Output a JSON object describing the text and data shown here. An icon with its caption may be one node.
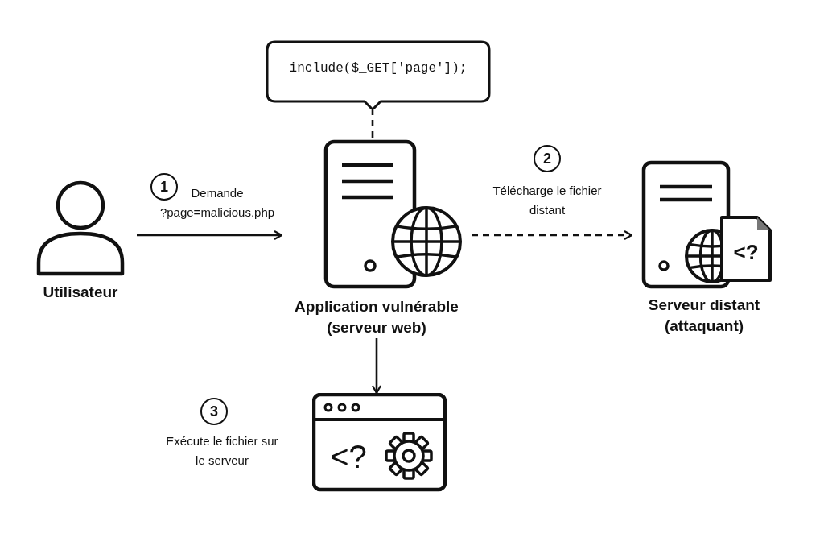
{
  "diagram": {
    "nodes": [
      {
        "text": [
          "Utilisateur"
        ]
      },
      {
        "text": [
          "include($_GET['page']);"
        ]
      },
      {
        "text": [
          "Application vulnérable (serveur web)"
        ]
      },
      {
        "text": [
          "Serveur distant (attaquant)"
        ]
      },
      {
        "text": [],
        "shape": "picture",
        "beside": [
          "Exécute le fichier sur le serveur"
        ]
      }
    ],
    "edges": [
      {
        "from": 0,
        "to": 2,
        "arrow": "to",
        "label": "Demande ?page=malicious.php"
      },
      {
        "from": 2,
        "to": 3,
        "arrow": "to",
        "label": "Télécharge le fichier distant",
        "style": "dashed"
      },
      {
        "from": 2,
        "to": 4,
        "arrow": "to"
      },
      {
        "from": 1,
        "to": 2,
        "arrow": "none",
        "style": "dashed"
      }
    ],
    "labels": [
      "1",
      "2",
      "<?",
      "3",
      "<?"
    ]
  }
}
